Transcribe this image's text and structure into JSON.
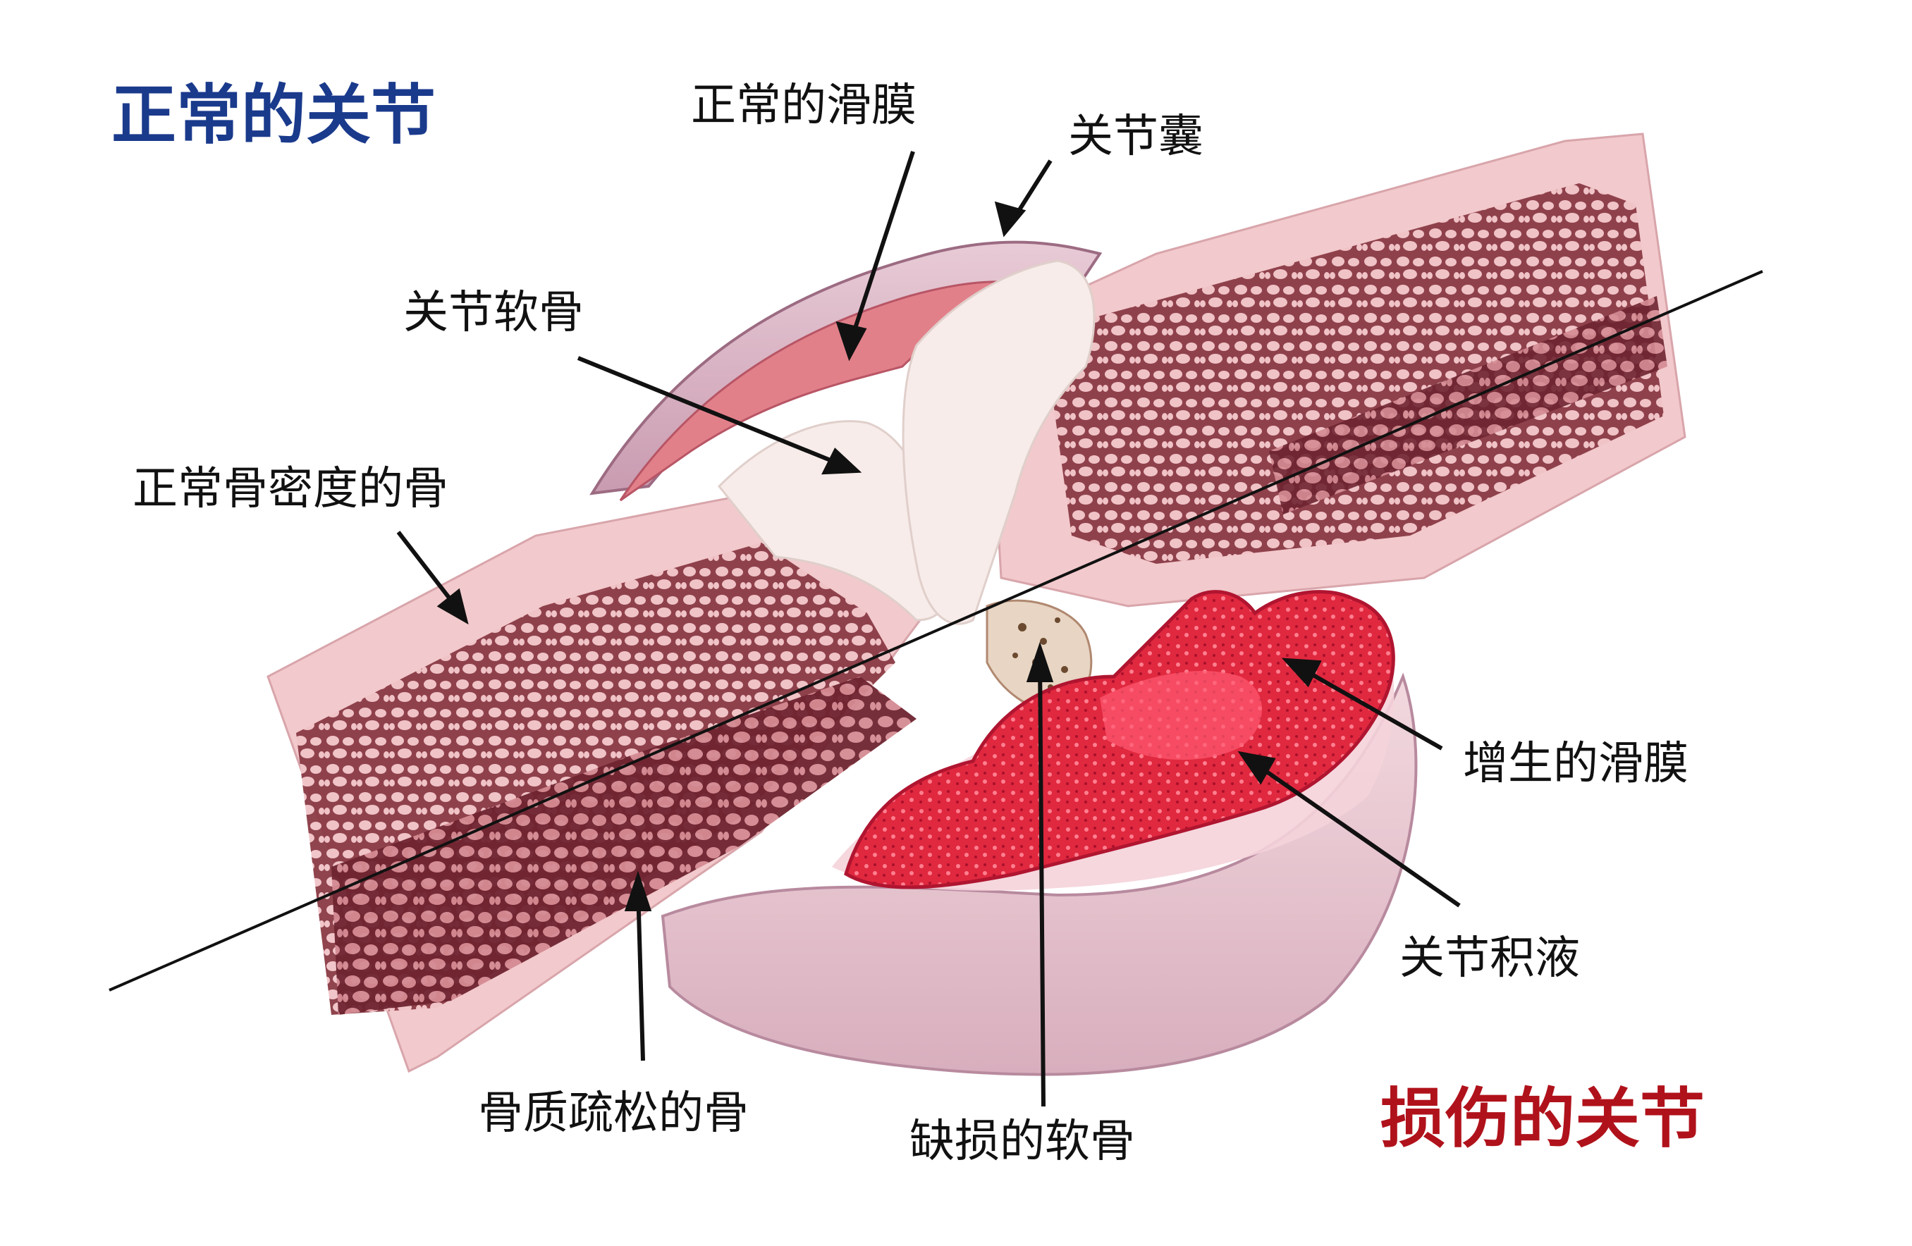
{
  "titles": {
    "normal": "正常的关节",
    "damaged": "损伤的关节"
  },
  "labels": {
    "normal_synovium": "正常的滑膜",
    "joint_capsule": "关节囊",
    "articular_cartilage": "关节软骨",
    "normal_density_bone": "正常骨密度的骨",
    "hyperplastic_synovium": "增生的滑膜",
    "joint_effusion": "关节积液",
    "osteoporotic_bone": "骨质疏松的骨",
    "defective_cartilage": "缺损的软骨"
  },
  "colors": {
    "title_normal": "#1a3a8c",
    "title_damaged": "#b0121b",
    "bone_pink": "#f2c9cc",
    "marrow_dark": "#7a2a34",
    "cartilage": "#f7ece9",
    "synovium_red": "#e23a4e",
    "capsule": "#d9b3c2"
  }
}
